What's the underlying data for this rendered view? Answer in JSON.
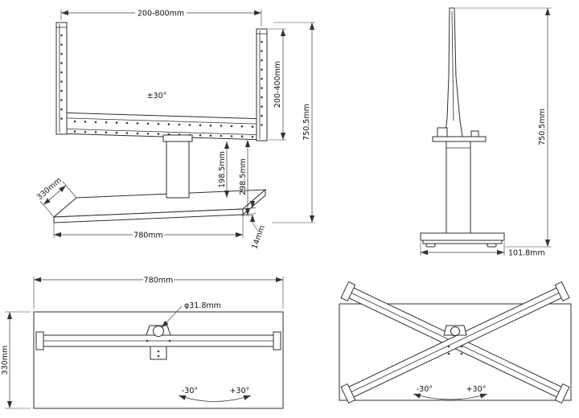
{
  "drawing": {
    "title": "tv-stand-dimension-drawing",
    "front_view": {
      "dims": {
        "top_width": "200-800mm",
        "tilt_range": "±30°",
        "bracket_height": "200-400mm",
        "total_height": "750.5mm",
        "upper_height": "298.5mm",
        "column_height": "198.5mm",
        "base_depth": "330mm",
        "base_width": "780mm",
        "base_thickness": "14mm"
      }
    },
    "side_view": {
      "dims": {
        "total_height": "750.5mm",
        "base_depth": "101.8mm"
      }
    },
    "top_view": {
      "dims": {
        "base_width": "780mm",
        "base_depth": "330mm",
        "hole_diameter": "φ31.8mm",
        "swivel_left": "-30°",
        "swivel_right": "+30°"
      }
    },
    "top_view_swiveled": {
      "dims": {
        "swivel_left": "-30°",
        "swivel_right": "+30°"
      }
    }
  }
}
